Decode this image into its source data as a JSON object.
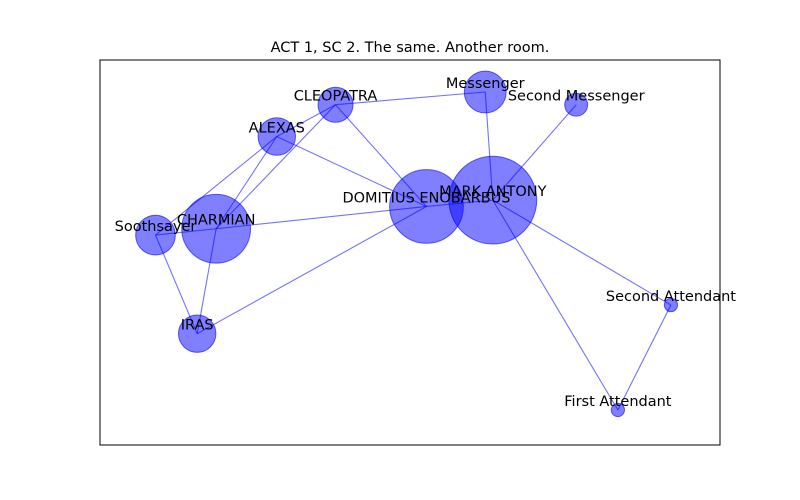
{
  "chart_data": {
    "type": "network",
    "title": "ACT 1, SC 2. The same. Another room.",
    "node_color": "#0000ff",
    "edge_color": "#0000ff",
    "nodes": [
      {
        "id": "mark-antony",
        "label": "MARK ANTONY",
        "x": 0.78,
        "y": 0.66,
        "weight": 44
      },
      {
        "id": "domitius-enobarbus",
        "label": "DOMITIUS ENOBARBUS",
        "x": 0.43,
        "y": 0.64,
        "weight": 31
      },
      {
        "id": "charmian",
        "label": "CHARMIAN",
        "x": -0.68,
        "y": 0.57,
        "weight": 27
      },
      {
        "id": "messenger",
        "label": "Messenger",
        "x": 0.74,
        "y": 1.0,
        "weight": 10
      },
      {
        "id": "cleopatra",
        "label": "CLEOPATRA",
        "x": -0.05,
        "y": 0.96,
        "weight": 7
      },
      {
        "id": "alexas",
        "label": "ALEXAS",
        "x": -0.36,
        "y": 0.86,
        "weight": 8
      },
      {
        "id": "soothsayer",
        "label": "Soothsayer",
        "x": -1.0,
        "y": 0.55,
        "weight": 9
      },
      {
        "id": "iras",
        "label": "IRAS",
        "x": -0.78,
        "y": 0.24,
        "weight": 8
      },
      {
        "id": "second-messenger",
        "label": "Second Messenger",
        "x": 1.22,
        "y": 0.96,
        "weight": 3
      },
      {
        "id": "second-attendant",
        "label": "Second Attendant",
        "x": 1.72,
        "y": 0.33,
        "weight": 1
      },
      {
        "id": "first-attendant",
        "label": "First Attendant",
        "x": 1.44,
        "y": 0.0,
        "weight": 1
      }
    ],
    "edges": [
      [
        "mark-antony",
        "domitius-enobarbus"
      ],
      [
        "mark-antony",
        "messenger"
      ],
      [
        "mark-antony",
        "second-messenger"
      ],
      [
        "mark-antony",
        "first-attendant"
      ],
      [
        "mark-antony",
        "second-attendant"
      ],
      [
        "first-attendant",
        "second-attendant"
      ],
      [
        "messenger",
        "cleopatra"
      ],
      [
        "cleopatra",
        "domitius-enobarbus"
      ],
      [
        "cleopatra",
        "alexas"
      ],
      [
        "cleopatra",
        "charmian"
      ],
      [
        "alexas",
        "domitius-enobarbus"
      ],
      [
        "alexas",
        "charmian"
      ],
      [
        "alexas",
        "soothsayer"
      ],
      [
        "charmian",
        "soothsayer"
      ],
      [
        "charmian",
        "iras"
      ],
      [
        "charmian",
        "domitius-enobarbus"
      ],
      [
        "soothsayer",
        "iras"
      ],
      [
        "iras",
        "domitius-enobarbus"
      ]
    ]
  }
}
